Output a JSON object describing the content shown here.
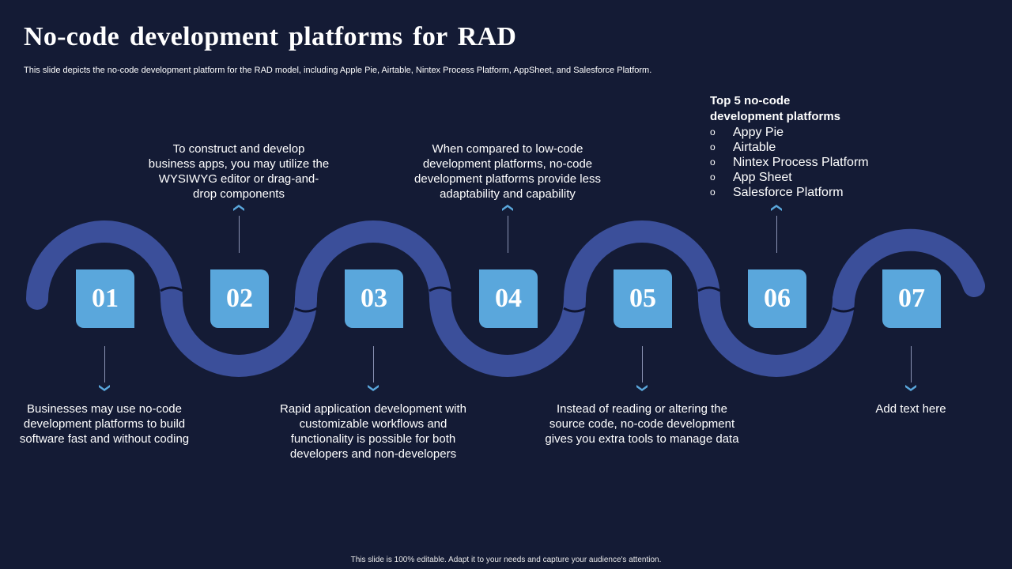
{
  "slide": {
    "title": "No-code development platforms for RAD",
    "subtitle": "This slide depicts the no-code development platform for the RAD model, including Apple Pie, Airtable, Nintex Process Platform, AppSheet, and Salesforce Platform.",
    "footer": "This slide is 100% editable.  Adapt it to your needs and capture your audience's attention."
  },
  "colors": {
    "background": "#141b35",
    "wave": "#3b4f9a",
    "box": "#5aa7dc",
    "chevron": "#5aa7dc",
    "connector": "#8a93b4"
  },
  "steps": [
    {
      "number": "01",
      "position": "below",
      "text": "Businesses may use no-code development platforms to build software fast and without coding",
      "icon": "chevron-down-icon"
    },
    {
      "number": "02",
      "position": "above",
      "text": "To construct  and develop business apps, you may utilize the WYSIWYG  editor or drag-and-drop components",
      "icon": "chevron-up-icon"
    },
    {
      "number": "03",
      "position": "below",
      "text": "Rapid application development with customizable workflows and functionality  is possible for both developers and non-developers",
      "icon": "chevron-down-icon"
    },
    {
      "number": "04",
      "position": "above",
      "text": "When compared to low-code development platforms, no-code development platforms provide less adaptability and capability",
      "icon": "chevron-up-icon"
    },
    {
      "number": "05",
      "position": "below",
      "text": "Instead  of reading or altering the source code, no-code development gives you extra tools to manage data",
      "icon": "chevron-down-icon"
    },
    {
      "number": "06",
      "position": "above",
      "text": "",
      "icon": "chevron-up-icon"
    },
    {
      "number": "07",
      "position": "below",
      "text": "Add text here",
      "icon": "chevron-down-icon"
    }
  ],
  "top_list": {
    "title": "Top 5 no-code development platforms",
    "bullet": "o",
    "items": [
      "Appy Pie",
      "Airtable",
      "Nintex  Process Platform",
      "App Sheet",
      "Salesforce Platform"
    ]
  }
}
